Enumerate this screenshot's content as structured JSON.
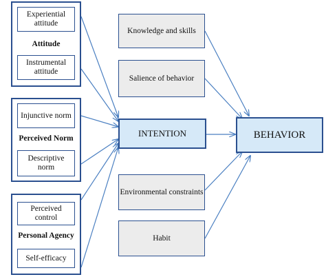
{
  "groups": [
    {
      "label": "Attitude",
      "top_item": "Experiential attitude",
      "bottom_item": "Instrumental attitude"
    },
    {
      "label": "Perceived Norm",
      "top_item": "Injunctive norm",
      "bottom_item": "Descriptive norm"
    },
    {
      "label": "Personal Agency",
      "top_item": "Perceived control",
      "bottom_item": "Self-efficacy"
    }
  ],
  "factors": [
    "Knowledge and skills",
    "Salience of behavior",
    "Environmental constraints",
    "Habit"
  ],
  "intention": "INTENTION",
  "behavior": "BEHAVIOR",
  "colors": {
    "border": "#2a4f8f",
    "arrow": "#4a7fc1",
    "highlight_fill": "#d6e9f8",
    "factor_fill": "#ececec"
  }
}
